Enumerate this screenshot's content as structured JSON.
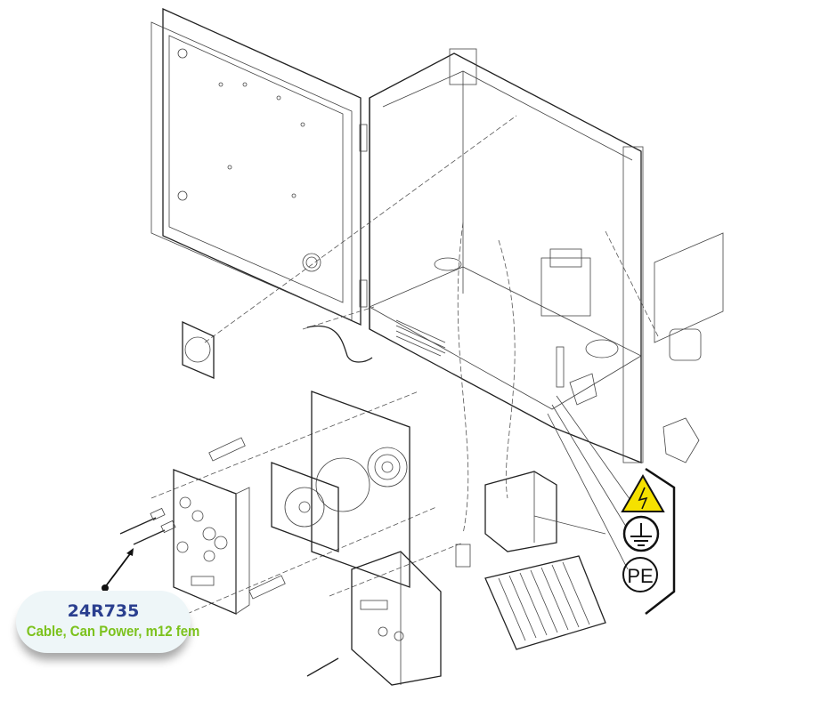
{
  "callout": {
    "part_number": "24R735",
    "description": "Cable, Can Power, m12 fem"
  },
  "symbols": {
    "high_voltage": "high-voltage-warning-icon",
    "ground": "ground-icon",
    "pe_label": "PE"
  },
  "colors": {
    "callout_bg": "#eef6f8",
    "part_number": "#2a3f8f",
    "description": "#7cc21d",
    "warning": "#f5e100"
  }
}
